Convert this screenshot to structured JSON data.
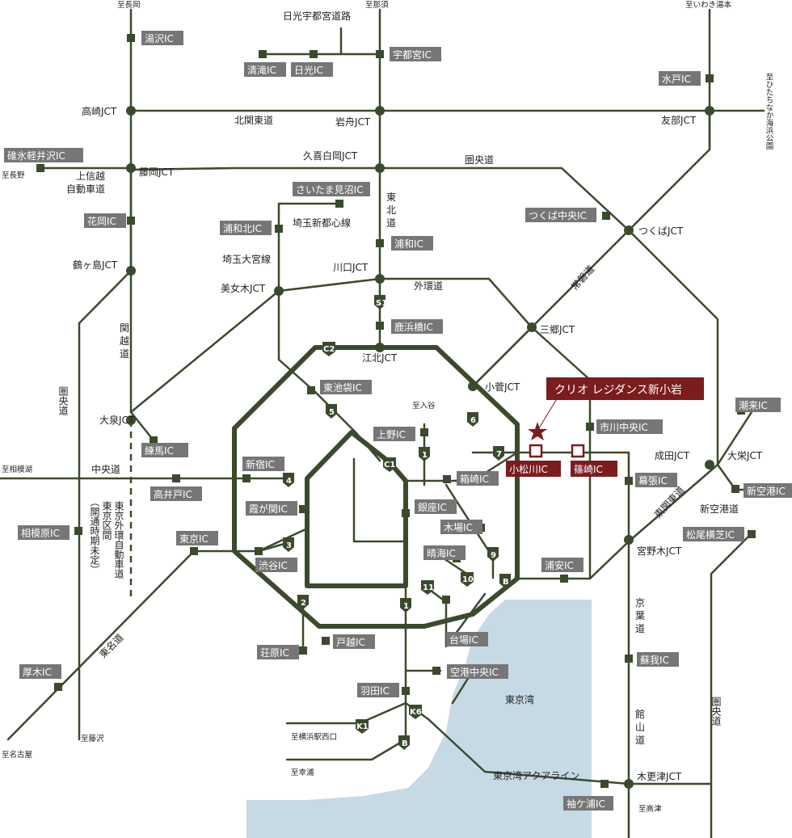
{
  "property": {
    "name": "クリオ レジダンス新小岩"
  },
  "bay": {
    "name": "東京湾"
  },
  "highlight_ics": [
    "小松川IC",
    "篠崎IC"
  ],
  "ics": [
    "湯沢IC",
    "清滝IC",
    "日光IC",
    "宇都宮IC",
    "水戸IC",
    "碓氷軽井沢IC",
    "さいたま見沼IC",
    "つくば中央IC",
    "花岡IC",
    "浦和北IC",
    "浦和IC",
    "鹿浜橋IC",
    "東池袋IC",
    "上野IC",
    "市川中央IC",
    "潮来IC",
    "練馬IC",
    "新宿IC",
    "高井戸IC",
    "箱崎IC",
    "幕張IC",
    "新空港IC",
    "霞が関IC",
    "銀座IC",
    "相模原IC",
    "松尾横芝IC",
    "東京IC",
    "木場IC",
    "晴海IC",
    "渋谷IC",
    "浦安IC",
    "台場IC",
    "戸越IC",
    "荘原IC",
    "厚木IC",
    "蘇我IC",
    "空港中央IC",
    "羽田IC",
    "袖ケ浦IC"
  ],
  "places": [
    "至長岡",
    "至那須",
    "日光宇都宮道路",
    "至いわき湯本",
    "至ひたちなか海浜公園",
    "高崎JCT",
    "北関東道",
    "岩舟JCT",
    "友部JCT",
    "久喜白岡JCT",
    "圏央道",
    "藤岡JCT",
    "至長野",
    "上信越",
    "自動車道",
    "埼玉新都心線",
    "東",
    "北",
    "道",
    "つくばJCT",
    "鶴ヶ島JCT",
    "埼玉大宮線",
    "川口JCT",
    "常磐道",
    "美女木JCT",
    "外環道",
    "三郷JCT",
    "関",
    "越",
    "江北JCT",
    "小菅JCT",
    "至入谷",
    "大泉JCT",
    "成田JCT",
    "大栄JCT",
    "至相模湖",
    "中央道",
    "東関東道",
    "新空港道",
    "東京外環自動車道",
    "東京区間",
    "（開通時期未定）",
    "宮野木JCT",
    "東名道",
    "京",
    "葉",
    "館",
    "山",
    "至藤沢",
    "至名古屋",
    "至横浜駅西口",
    "至幸浦",
    "東京湾アクアライン",
    "木更津JCT",
    "至高津"
  ],
  "shields": [
    "S1",
    "C2",
    "5",
    "C1",
    "1",
    "6",
    "7",
    "4",
    "3",
    "9",
    "B",
    "2",
    "11",
    "10",
    "K1",
    "K6"
  ]
}
